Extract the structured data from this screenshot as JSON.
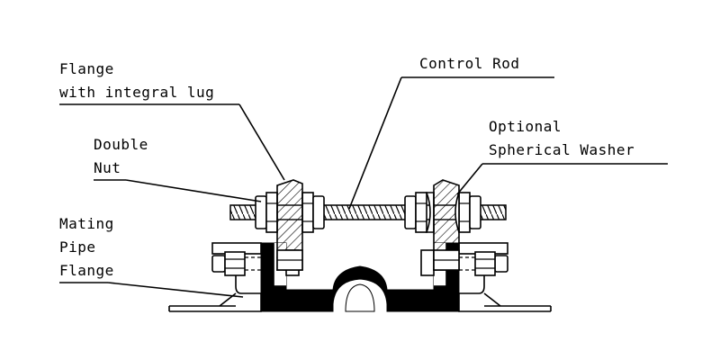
{
  "colors": {
    "ink": "#000000",
    "background": "#ffffff"
  },
  "labels": {
    "flange_line1": "Flange",
    "flange_line2": "with integral lug",
    "control_rod": "Control Rod",
    "optional_line1": "Optional",
    "optional_line2": "Spherical Washer",
    "double_nut_line1": "Double",
    "double_nut_line2": "Nut",
    "mating_line1": "Mating",
    "mating_line2": "Pipe",
    "mating_line3": "Flange"
  }
}
